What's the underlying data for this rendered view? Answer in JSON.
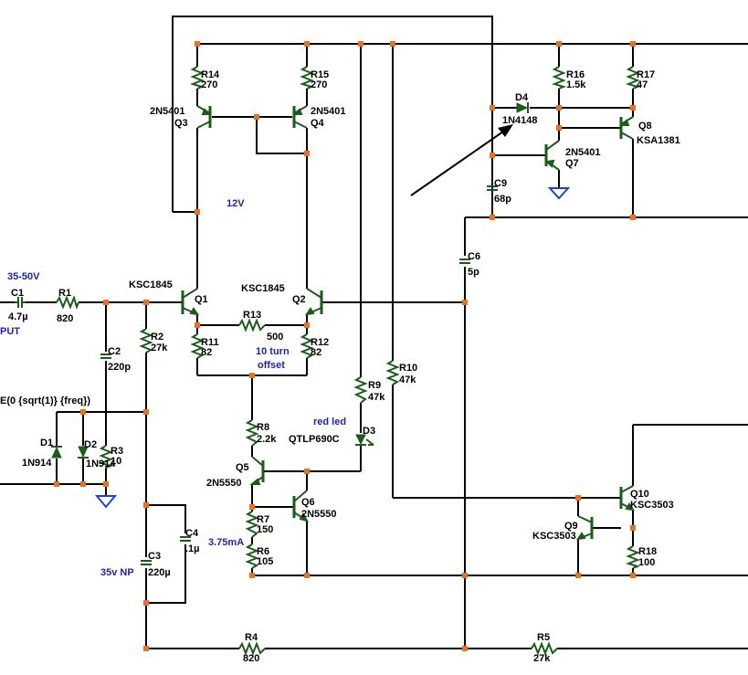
{
  "components": {
    "R14": {
      "ref": "R14",
      "value": "270"
    },
    "R15": {
      "ref": "R15",
      "value": "270"
    },
    "Q3": {
      "ref": "Q3",
      "part": "2N5401"
    },
    "Q4": {
      "ref": "Q4",
      "part": "2N5401"
    },
    "R16": {
      "ref": "R16",
      "value": "1.5k"
    },
    "R17": {
      "ref": "R17",
      "value": "47"
    },
    "D4": {
      "ref": "D4",
      "part": "1N4148"
    },
    "Q8": {
      "ref": "Q8",
      "part": "KSA1381"
    },
    "Q7": {
      "ref": "Q7",
      "part": "2N5401"
    },
    "C9": {
      "ref": "C9",
      "value": "68p"
    },
    "C6": {
      "ref": "C6",
      "value": "5p"
    },
    "C1": {
      "ref": "C1",
      "value": "4.7µ"
    },
    "R1": {
      "ref": "R1",
      "value": "820"
    },
    "Q1": {
      "ref": "Q1",
      "part": "KSC1845"
    },
    "Q2": {
      "ref": "Q2",
      "part": "KSC1845"
    },
    "R13": {
      "ref": "R13",
      "value": "500"
    },
    "R11": {
      "ref": "R11",
      "value": "82"
    },
    "R12": {
      "ref": "R12",
      "value": "82"
    },
    "R2": {
      "ref": "R2",
      "value": "27k"
    },
    "C2": {
      "ref": "C2",
      "value": "220p"
    },
    "D1": {
      "ref": "D1",
      "part": "1N914"
    },
    "D2": {
      "ref": "D2",
      "part": "1N914"
    },
    "R3": {
      "ref": "R3",
      "value": "10"
    },
    "R9": {
      "ref": "R9",
      "value": "47k"
    },
    "R10": {
      "ref": "R10",
      "value": "47k"
    },
    "D3": {
      "ref": "D3",
      "part": "QTLP690C"
    },
    "R8": {
      "ref": "R8",
      "value": "2.2k"
    },
    "Q5": {
      "ref": "Q5",
      "part": "2N5550"
    },
    "Q6": {
      "ref": "Q6",
      "part": "2N5550"
    },
    "R7": {
      "ref": "R7",
      "value": "150"
    },
    "R6": {
      "ref": "R6",
      "value": "105"
    },
    "C4": {
      "ref": "C4",
      "value": ".1µ"
    },
    "C3": {
      "ref": "C3",
      "value": "220µ"
    },
    "Q9": {
      "ref": "Q9",
      "part": "KSC3503"
    },
    "Q10": {
      "ref": "Q10",
      "part": "KSC3503"
    },
    "R18": {
      "ref": "R18",
      "value": "100"
    },
    "R4": {
      "ref": "R4",
      "value": "820"
    },
    "R5": {
      "ref": "R5",
      "value": "27k"
    }
  },
  "annotations": {
    "supply_12v": "12V",
    "supply_range": "35-50V",
    "input_fragment": "PUT",
    "source_expr": "E(0 {sqrt(1)} {freq})",
    "ten_turn_line1": "10 turn",
    "ten_turn_line2": "offset",
    "red_led": "red led",
    "current_3_75": "3.75mA",
    "cap_35v_np": "35v NP"
  },
  "colors": {
    "wire": "#000000",
    "component": "#1a5c1a",
    "node_dot": "#e8731a",
    "ground": "#1f3fe0",
    "annotation_text": "#1f1fb0"
  }
}
